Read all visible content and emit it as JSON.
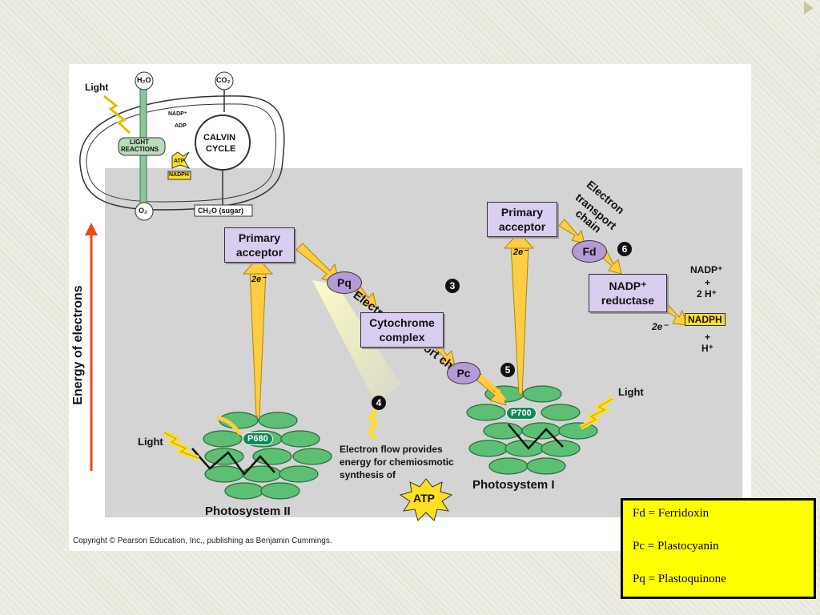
{
  "inset": {
    "light": "Light",
    "h2o": "H₂O",
    "co2": "CO₂",
    "nadp": "NADP⁺",
    "adp": "ADP",
    "atp": "ATP",
    "nadph": "NADPH",
    "light_reactions_1": "LIGHT",
    "light_reactions_2": "REACTIONS",
    "calvin_1": "CALVIN",
    "calvin_2": "CYCLE",
    "o2": "O₂",
    "sugar": "CH₂O (sugar)"
  },
  "axis_label": "Energy of electrons",
  "ps2": {
    "primary_acceptor_1": "Primary",
    "primary_acceptor_2": "acceptor",
    "two_e": "2e⁻",
    "p680": "P680",
    "light": "Light",
    "name": "Photosystem II"
  },
  "etc1": {
    "title": "Electron transport chain",
    "step": "3",
    "pq": "Pq",
    "cytochrome_1": "Cytochrome",
    "cytochrome_2": "complex",
    "pc": "Pc"
  },
  "chemiosmosis": {
    "step": "4",
    "text_1": "Electron flow provides",
    "text_2": "energy for chemiosmotic",
    "text_3": "synthesis of",
    "atp": "ATP"
  },
  "ps1": {
    "step": "5",
    "primary_acceptor_1": "Primary",
    "primary_acceptor_2": "acceptor",
    "two_e": "2e⁻",
    "p700": "P700",
    "light": "Light",
    "name": "Photosystem I"
  },
  "etc2": {
    "title_1": "Electron",
    "title_2": "transport",
    "title_3": "chain",
    "step": "6",
    "fd": "Fd",
    "reductase_1": "NADP⁺",
    "reductase_2": "reductase",
    "nadp_in": "NADP⁺",
    "plus1": "+",
    "h_in": "2 H⁺",
    "two_e": "2e⁻",
    "nadph": "NADPH",
    "plus2": "+",
    "h_out": "H⁺"
  },
  "copyright": "Copyright © Pearson Education, Inc., publishing as Benjamin Cummings.",
  "legend": {
    "fd": "Fd = Ferridoxin",
    "pc": "Pc = Plastocyanin",
    "pq": "Pq = Plastoquinone"
  }
}
